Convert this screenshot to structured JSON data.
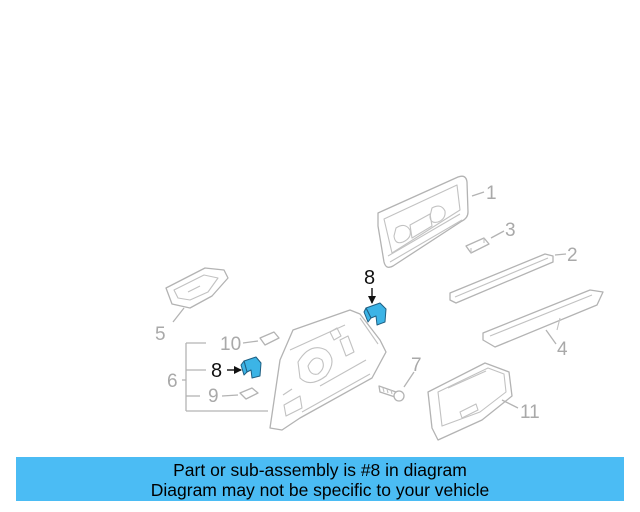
{
  "callouts": {
    "c1": "1",
    "c2": "2",
    "c3": "3",
    "c4": "4",
    "c5": "5",
    "c6": "6",
    "c7": "7",
    "c8_top": "8",
    "c8_left": "8",
    "c9": "9",
    "c10": "10",
    "c11": "11"
  },
  "banner": {
    "line1": "Part or sub-assembly is #8 in diagram",
    "line2": "Diagram may not be specific to your vehicle"
  },
  "colors": {
    "highlight": "#3cb4e6",
    "banner": "#4bbcf4",
    "line_art": "#b3b3b3"
  }
}
